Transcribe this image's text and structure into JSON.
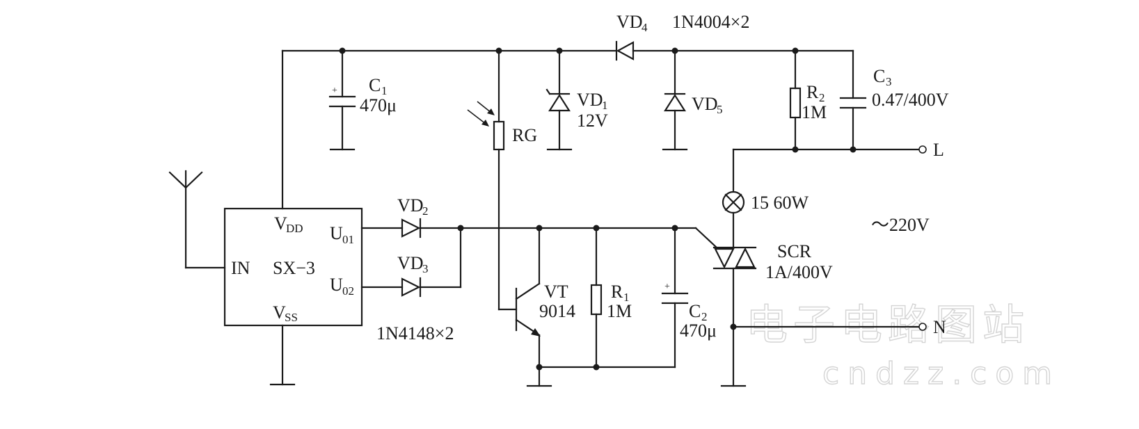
{
  "chip": {
    "name": "SX−3",
    "in": "IN",
    "vdd": "V",
    "vdd_sub": "DD",
    "vss": "V",
    "vss_sub": "SS",
    "u01": "U",
    "u01_sub": "01",
    "u02": "U",
    "u02_sub": "02"
  },
  "c1": {
    "name": "C",
    "sub": "1",
    "value": "470μ"
  },
  "c2": {
    "name": "C",
    "sub": "2",
    "value": "470μ"
  },
  "c3": {
    "name": "C",
    "sub": "3",
    "value": "0.47/400V"
  },
  "rg": {
    "name": "RG"
  },
  "r1": {
    "name": "R",
    "sub": "1",
    "value": "1M"
  },
  "r2": {
    "name": "R",
    "sub": "2",
    "value": "1M"
  },
  "vd1": {
    "name": "VD",
    "sub": "1",
    "value": "12V"
  },
  "vd2": {
    "name": "VD",
    "sub": "2"
  },
  "vd3": {
    "name": "VD",
    "sub": "3"
  },
  "vd4": {
    "name": "VD",
    "sub": "4"
  },
  "vd5": {
    "name": "VD",
    "sub": "5"
  },
  "vd23_type": "1N4148×2",
  "vd45_type": "1N4004×2",
  "vt": {
    "name": "VT",
    "value": "9014"
  },
  "lamp": {
    "value": "15  60W"
  },
  "scr": {
    "name": "SCR",
    "value": "1A/400V"
  },
  "mains": {
    "voltage": "～220V",
    "l": "L",
    "n": "N"
  },
  "watermark": {
    "line1": "电子电路图站",
    "line2": "cndzz.com"
  }
}
